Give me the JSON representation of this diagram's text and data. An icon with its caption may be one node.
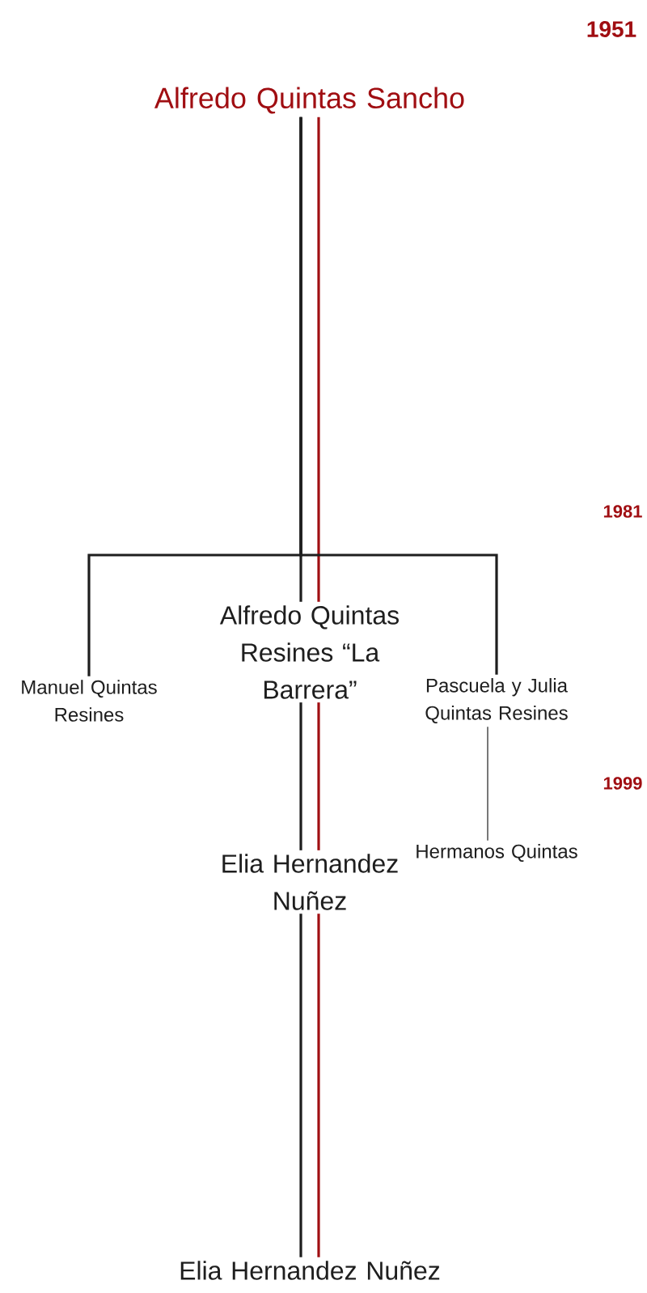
{
  "diagram": {
    "nodes": [
      {
        "text": [
          "Alfredo Quintas Sancho"
        ]
      },
      {
        "text": [
          "Manuel Quintas Resines"
        ]
      },
      {
        "text": [
          "Alfredo Quintas Resines “La Barrera”"
        ]
      },
      {
        "text": [
          "Pascuela y Julia Quintas Resines"
        ]
      },
      {
        "text": [
          "Elia Hernandez Nuñez"
        ]
      },
      {
        "text": [
          "Hermanos Quintas"
        ]
      },
      {
        "text": [
          "Elia Hernandez Nuñez"
        ]
      }
    ],
    "edges": [
      {
        "from": 0,
        "to": 1,
        "arrow": "none"
      },
      {
        "from": 0,
        "to": 2,
        "arrow": "none"
      },
      {
        "from": 0,
        "to": 2,
        "arrow": "none",
        "color": "#a00e12"
      },
      {
        "from": 0,
        "to": 3,
        "arrow": "none"
      },
      {
        "from": 2,
        "to": 4,
        "arrow": "none"
      },
      {
        "from": 2,
        "to": 4,
        "arrow": "none",
        "color": "#a00e12"
      },
      {
        "from": 3,
        "to": 5,
        "arrow": "none"
      },
      {
        "from": 4,
        "to": 6,
        "arrow": "none"
      },
      {
        "from": 4,
        "to": 6,
        "arrow": "none",
        "color": "#a00e12"
      }
    ],
    "labels": [
      "1951",
      "1981",
      "1999"
    ]
  }
}
